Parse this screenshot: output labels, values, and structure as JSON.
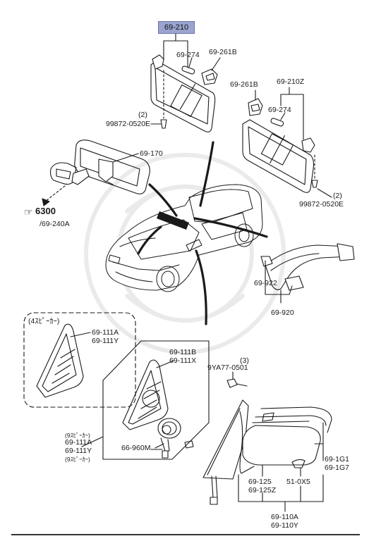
{
  "header_part": "69-210",
  "labels": {
    "p69_274_top": "69-274",
    "p69_261b_top": "69-261B",
    "p69_261b_right": "69-261B",
    "p69_210z": "69-210Z",
    "p69_274_right": "69-274",
    "qty_left": "(2)",
    "bolt_left": "99872-0520E",
    "p69_170": "69-170",
    "ref_6300": "6300",
    "ref_69_240a": "/69-240A",
    "qty_right": "(2)",
    "bolt_right": "99872-0520E",
    "p69_922": "69-922",
    "p69_920": "69-920",
    "speaker4": "(4ｽﾋﾟｰｶｰ)",
    "p69_111a_box": "69-111A",
    "p69_111y_box": "69-111Y",
    "p69_111b": "69-111B",
    "p69_111x": "69-111X",
    "qty_screw": "(3)",
    "screw": "9YA77-0501",
    "speaker9_top": "(9ｽﾋﾟｰｶｰ)",
    "p69_111a_left": "69-111A",
    "p69_111y_left": "69-111Y",
    "speaker9_bottom": "(9ｽﾋﾟｰｶｰ)",
    "p66_960m": "66-960M",
    "p69_1g1": "69-1G1",
    "p69_1g7": "69-1G7",
    "p69_125": "69-125",
    "p69_125z": "69-125Z",
    "p51_0x5": "51-0X5",
    "p69_110a": "69-110A",
    "p69_110y": "69-110Y"
  },
  "icons": {
    "reference": "pointing-hand-icon"
  },
  "colors": {
    "highlight": "#9aa4cf",
    "line": "#1a1a1a"
  }
}
